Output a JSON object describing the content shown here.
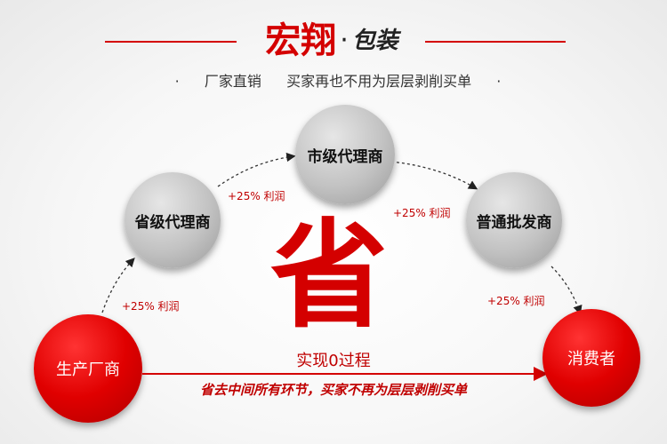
{
  "header": {
    "brand_main": "宏翔",
    "brand_dot": "·",
    "brand_sub": "包装",
    "slogan_bullet_left": "·",
    "slogan_part1": "厂家直销",
    "slogan_part2": "买家再也不用为层层剥削买单",
    "slogan_bullet_right": "·"
  },
  "nodes": {
    "producer": "生产厂商",
    "province_agent": "省级代理商",
    "city_agent": "市级代理商",
    "wholesaler": "普通批发商",
    "consumer": "消费者"
  },
  "profit_labels": {
    "step1": "+25% 利润",
    "step2": "+25% 利润",
    "step3": "+25% 利润",
    "step4": "+25% 利润"
  },
  "center": {
    "big_char": "省",
    "process": "实现0过程",
    "bottom_text": "省去中间所有环节，买家不再为层层剥削买单"
  },
  "colors": {
    "accent_red": "#d40000",
    "node_grey": "#c2c2c2"
  }
}
